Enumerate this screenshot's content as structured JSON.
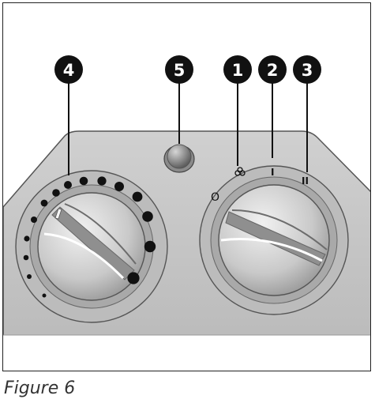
{
  "figure": {
    "caption": "Figure 6",
    "callouts": [
      {
        "label": "4",
        "target": "thermostat knob"
      },
      {
        "label": "5",
        "target": "indicator light"
      },
      {
        "label": "1",
        "target": "fan symbol"
      },
      {
        "label": "2",
        "target": "setting I"
      },
      {
        "label": "3",
        "target": "setting II"
      }
    ],
    "panel_markings": {
      "off": "O",
      "level_1": "I",
      "level_2": "II",
      "fan_icon": "fan-icon"
    },
    "colors": {
      "panel": "#c4c4c4",
      "marker": "#111111",
      "frame": "#222222"
    }
  }
}
